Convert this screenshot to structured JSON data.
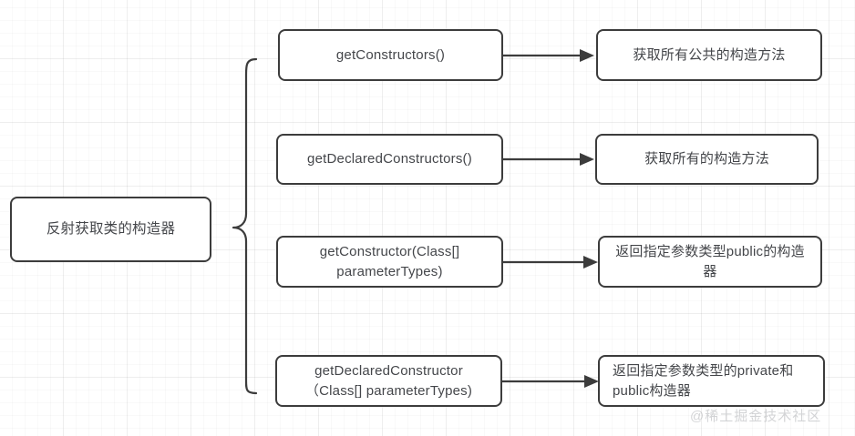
{
  "diagram": {
    "root": {
      "label": "反射获取类的构造器"
    },
    "rows": [
      {
        "method": "getConstructors()",
        "result": "获取所有公共的构造方法",
        "result_align": "center"
      },
      {
        "method": "getDeclaredConstructors()",
        "result": "获取所有的构造方法",
        "result_align": "center"
      },
      {
        "method": "getConstructor(Class[] parameterTypes)",
        "result": "返回指定参数类型public的构造器",
        "result_align": "center"
      },
      {
        "method": "getDeclaredConstructor（Class[] parameterTypes)",
        "result": "返回指定参数类型的private和public构造器",
        "result_align": "left"
      }
    ],
    "connector": {
      "type": "curly-brace",
      "orientation": "left-pointing"
    },
    "colors": {
      "border": "#3c3c3c",
      "text": "#44464a",
      "background": "#ffffff",
      "grid": "#ebebeb"
    }
  },
  "watermark": {
    "text": "@稀土掘金技术社区"
  }
}
